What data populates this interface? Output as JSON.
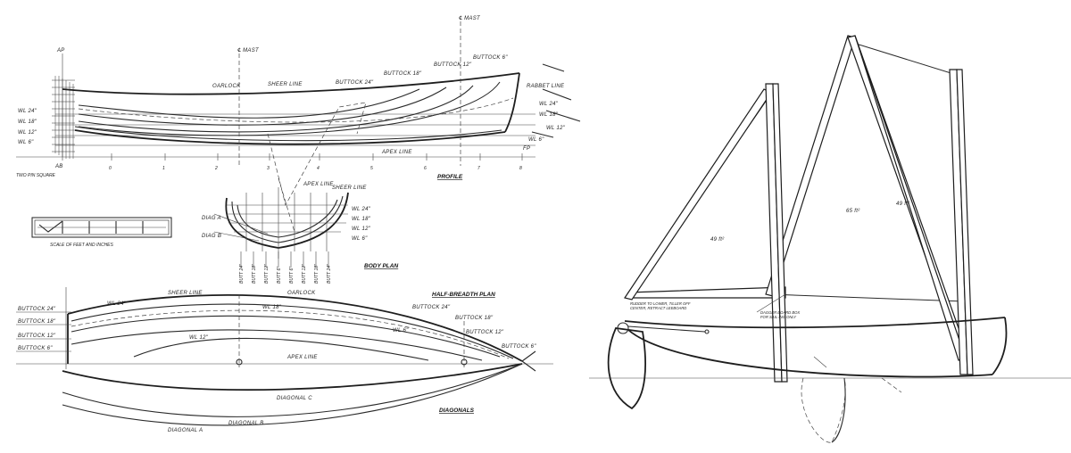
{
  "lines_plan": {
    "profile": {
      "title": "PROFILE",
      "labels": {
        "sheer": "SHEER LINE",
        "oarlock": "OARLOCK",
        "rabbet": "RABBET LINE",
        "apex": "APEX LINE",
        "mast_aft": "℄ MAST",
        "mast_fwd": "℄ MAST",
        "ap": "AP",
        "fp": "FP",
        "ab": "AB",
        "mold_note": "TWO PIN SQUARE"
      },
      "buttocks": [
        "BUTTOCK 24\"",
        "BUTTOCK 18\"",
        "BUTTOCK 12\"",
        "BUTTOCK 6\""
      ],
      "waterlines_left": [
        "WL 24\"",
        "WL 18\"",
        "WL 12\"",
        "WL 6\""
      ],
      "waterlines_right": [
        "WL 24\"",
        "WL 18\"",
        "WL 12\"",
        "WL 6\""
      ],
      "stations": [
        "0",
        "1",
        "2",
        "3",
        "4",
        "5",
        "6",
        "7",
        "8"
      ]
    },
    "scale": {
      "label": "SCALE OF FEET AND INCHES"
    },
    "body_plan": {
      "title": "BODY PLAN",
      "labels": {
        "apex": "APEX LINE",
        "sheer": "SHEER LINE"
      },
      "diags": [
        "DIAG A",
        "DIAG B"
      ],
      "waterlines": [
        "WL 24\"",
        "WL 18\"",
        "WL 12\"",
        "WL 6\""
      ],
      "buttocks": [
        "BUTT 24\"",
        "BUTT 18\"",
        "BUTT 12\"",
        "BUTT 6\"",
        "BUTT 6\"",
        "BUTT 12\"",
        "BUTT 18\"",
        "BUTT 24\""
      ]
    },
    "half_breadth": {
      "title": "HALF-BREADTH PLAN",
      "labels": {
        "sheer": "SHEER LINE",
        "oarlock": "OARLOCK",
        "apex": "APEX LINE"
      },
      "buttocks_left": [
        "BUTTOCK 24\"",
        "BUTTOCK 18\"",
        "BUTTOCK 12\"",
        "BUTTOCK 6\""
      ],
      "buttocks_right": [
        "BUTTOCK 24\"",
        "BUTTOCK 18\"",
        "BUTTOCK 12\"",
        "BUTTOCK 6\""
      ],
      "waterlines": [
        "WL 24\"",
        "WL 18\"",
        "WL 12\"",
        "WL 6\""
      ]
    },
    "diagonals": {
      "title": "DIAGONALS",
      "labels": [
        "DIAGONAL A",
        "DIAGONAL B",
        "DIAGONAL C"
      ]
    }
  },
  "sail_plan": {
    "sail_labels": [
      "49 ft²",
      "65 ft²",
      "49 ft²"
    ],
    "note_rudder": "RUDDER TO LOWER, TILLER OFF CENTER, RETRACT LEEBOARD",
    "note_board": "DAGGER BOARD BOX FOR SAIL-ING ONLY"
  }
}
